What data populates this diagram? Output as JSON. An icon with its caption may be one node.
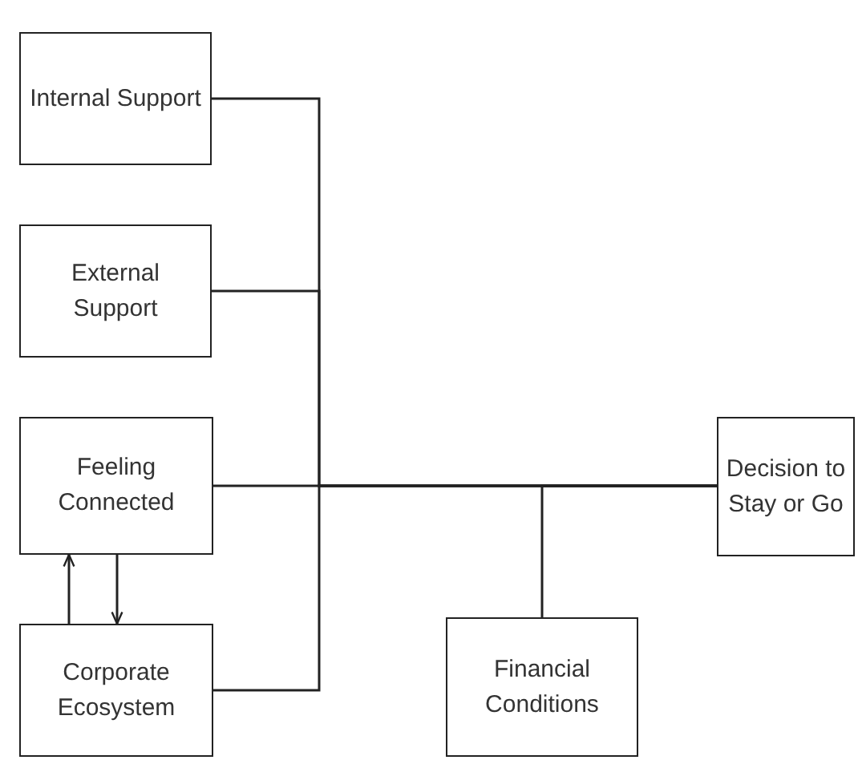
{
  "diagram": {
    "nodes": [
      {
        "text": [
          "Internal Support"
        ]
      },
      {
        "text": [
          "External Support"
        ]
      },
      {
        "text": [
          "Feeling Connected"
        ]
      },
      {
        "text": [
          "Corporate Ecosystem"
        ]
      },
      {
        "text": [
          "Financial Conditions"
        ]
      },
      {
        "text": [
          "Decision to Stay or Go"
        ]
      }
    ],
    "edges": [
      {
        "from": 0,
        "to": 5,
        "arrow": "none"
      },
      {
        "from": 1,
        "to": 5,
        "arrow": "none"
      },
      {
        "from": 2,
        "to": 5,
        "arrow": "none"
      },
      {
        "from": 3,
        "to": 5,
        "arrow": "none"
      },
      {
        "from": 4,
        "to": 5,
        "arrow": "none"
      },
      {
        "from": 3,
        "to": 2,
        "arrow": "to"
      },
      {
        "from": 2,
        "to": 3,
        "arrow": "to"
      }
    ]
  }
}
